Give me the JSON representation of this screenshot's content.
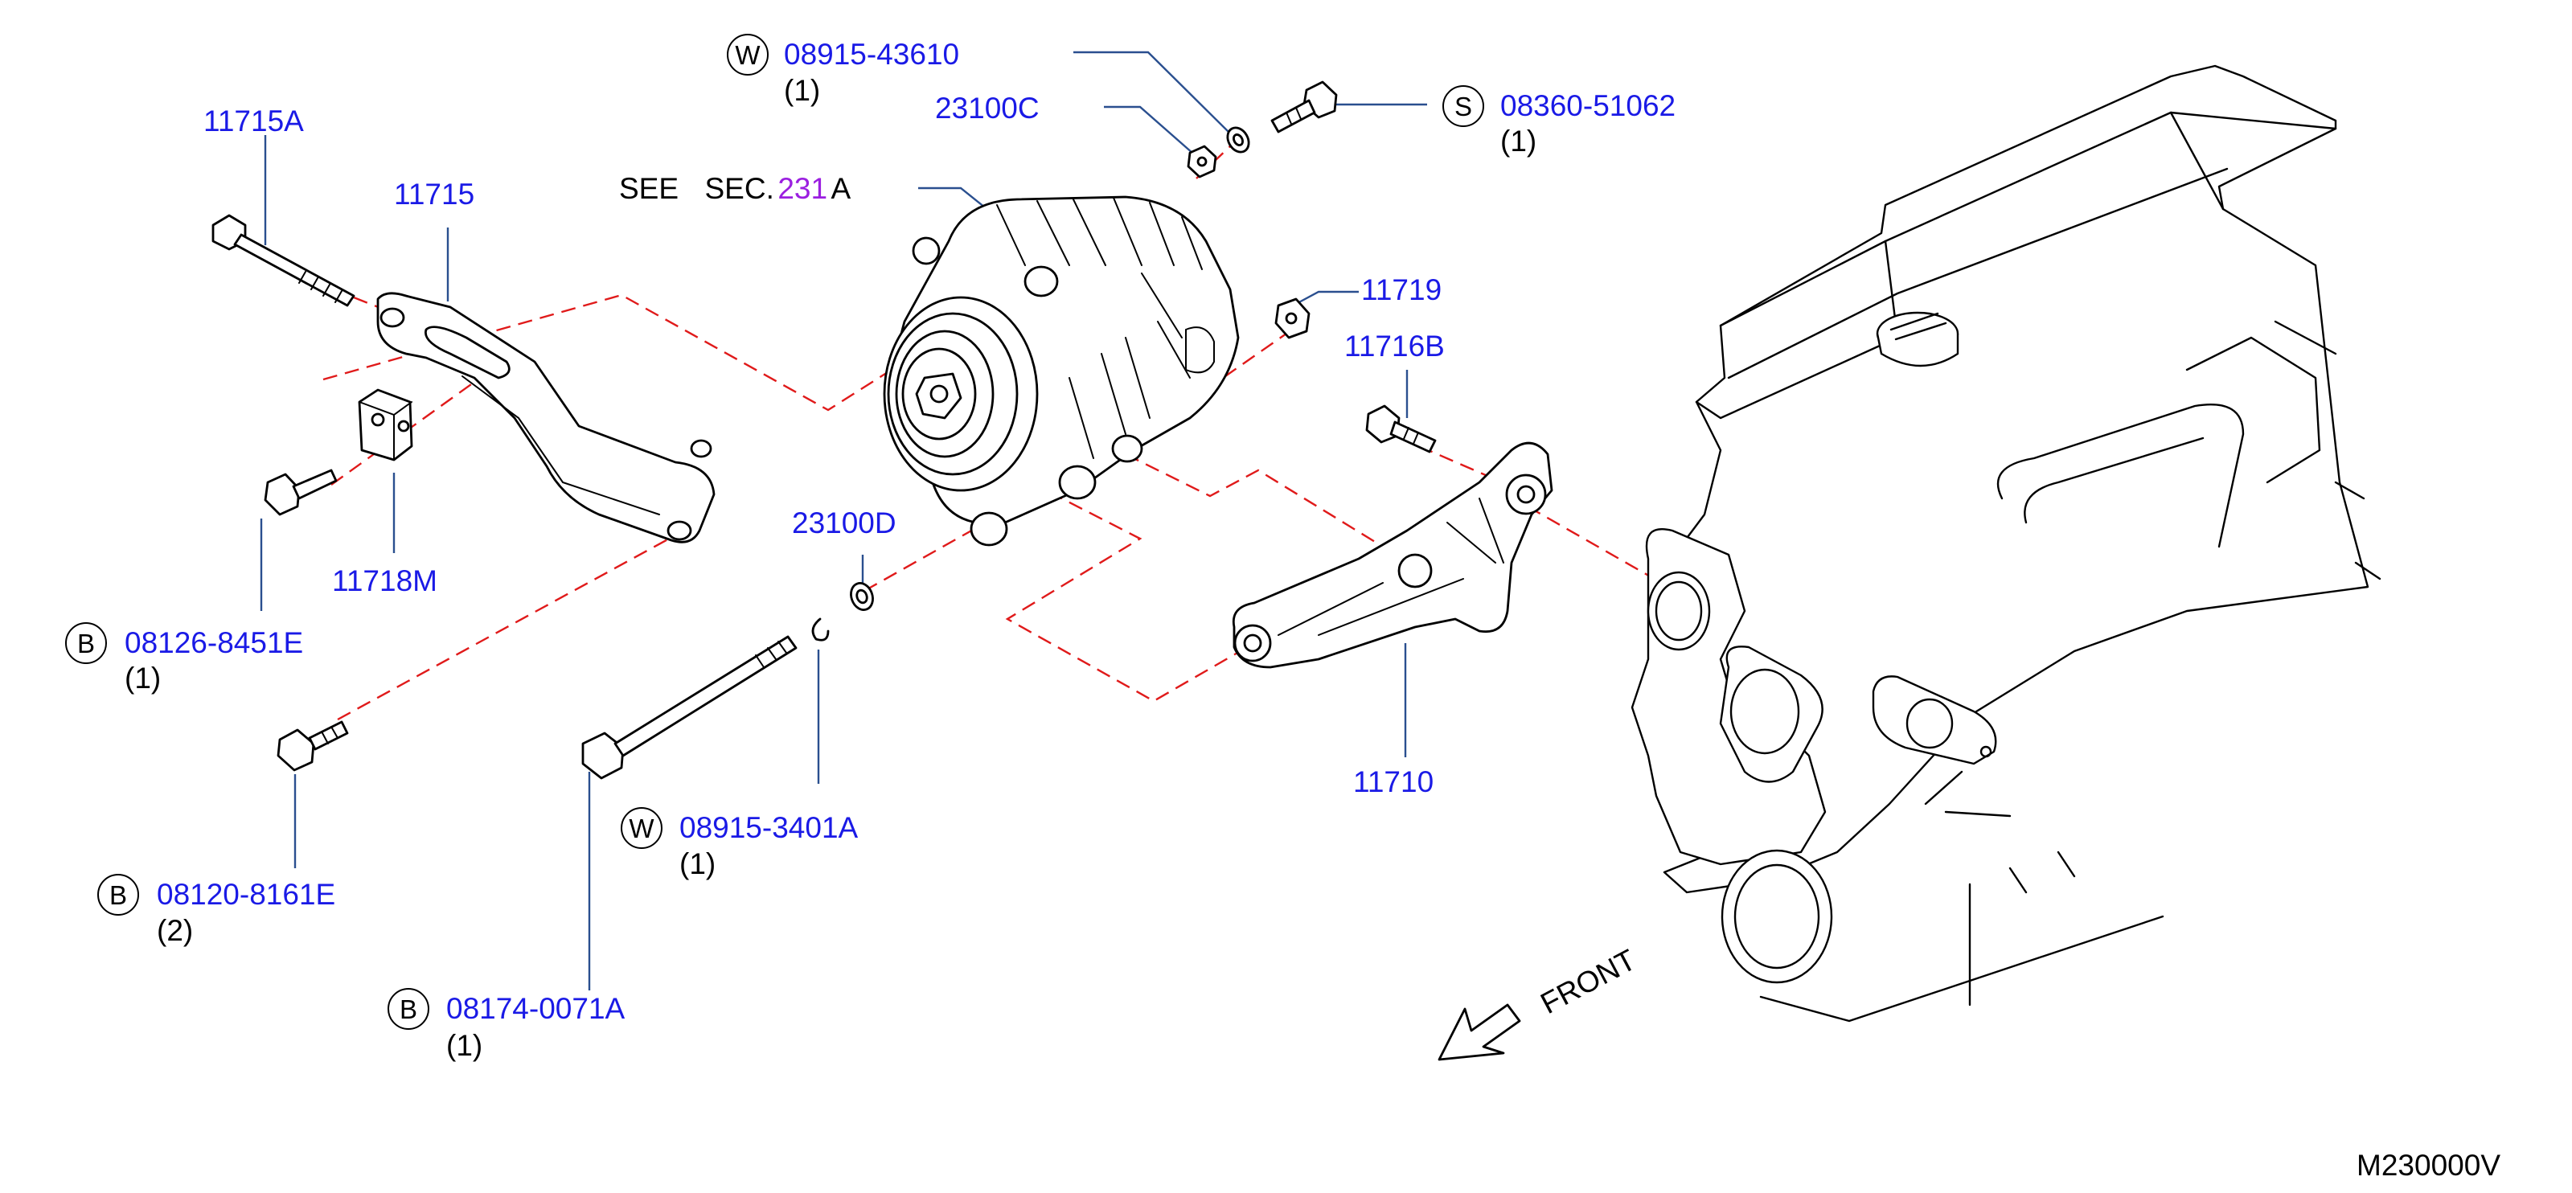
{
  "diagram": {
    "drawing_code": "M230000V",
    "front_label": "FRONT",
    "see_section": {
      "prefix": "SEE",
      "sec": "SEC.",
      "number": "231",
      "suffix": "A"
    },
    "colors": {
      "part_number": "#1a1ae6",
      "section_number": "#9b1fe0",
      "leader_line": "#2a4f8f",
      "dashed_alignment": "#e01a1a",
      "line_art": "#000000"
    },
    "callouts": [
      {
        "id": "w-08915-43610",
        "code": "W",
        "part": "08915-43610",
        "qty": "(1)"
      },
      {
        "id": "c-23100c",
        "part": "23100C"
      },
      {
        "id": "s-08360-51062",
        "code": "S",
        "part": "08360-51062",
        "qty": "(1)"
      },
      {
        "id": "c-11715a",
        "part": "11715A"
      },
      {
        "id": "c-11715",
        "part": "11715"
      },
      {
        "id": "c-11719",
        "part": "11719"
      },
      {
        "id": "c-11716b",
        "part": "11716B"
      },
      {
        "id": "c-11718m",
        "part": "11718M"
      },
      {
        "id": "c-23100d",
        "part": "23100D"
      },
      {
        "id": "b-08126-8451e",
        "code": "B",
        "part": "08126-8451E",
        "qty": "(1)"
      },
      {
        "id": "c-11710",
        "part": "11710"
      },
      {
        "id": "w-08915-3401a",
        "code": "W",
        "part": "08915-3401A",
        "qty": "(1)"
      },
      {
        "id": "b-08120-8161e",
        "code": "B",
        "part": "08120-8161E",
        "qty": "(2)"
      },
      {
        "id": "b-08174-0071a",
        "code": "B",
        "part": "08174-0071A",
        "qty": "(1)"
      }
    ],
    "icons": [
      "front-arrow-icon",
      "alternator-icon",
      "engine-block-icon",
      "bracket-icon",
      "bolt-icon",
      "washer-icon",
      "nut-icon"
    ]
  }
}
